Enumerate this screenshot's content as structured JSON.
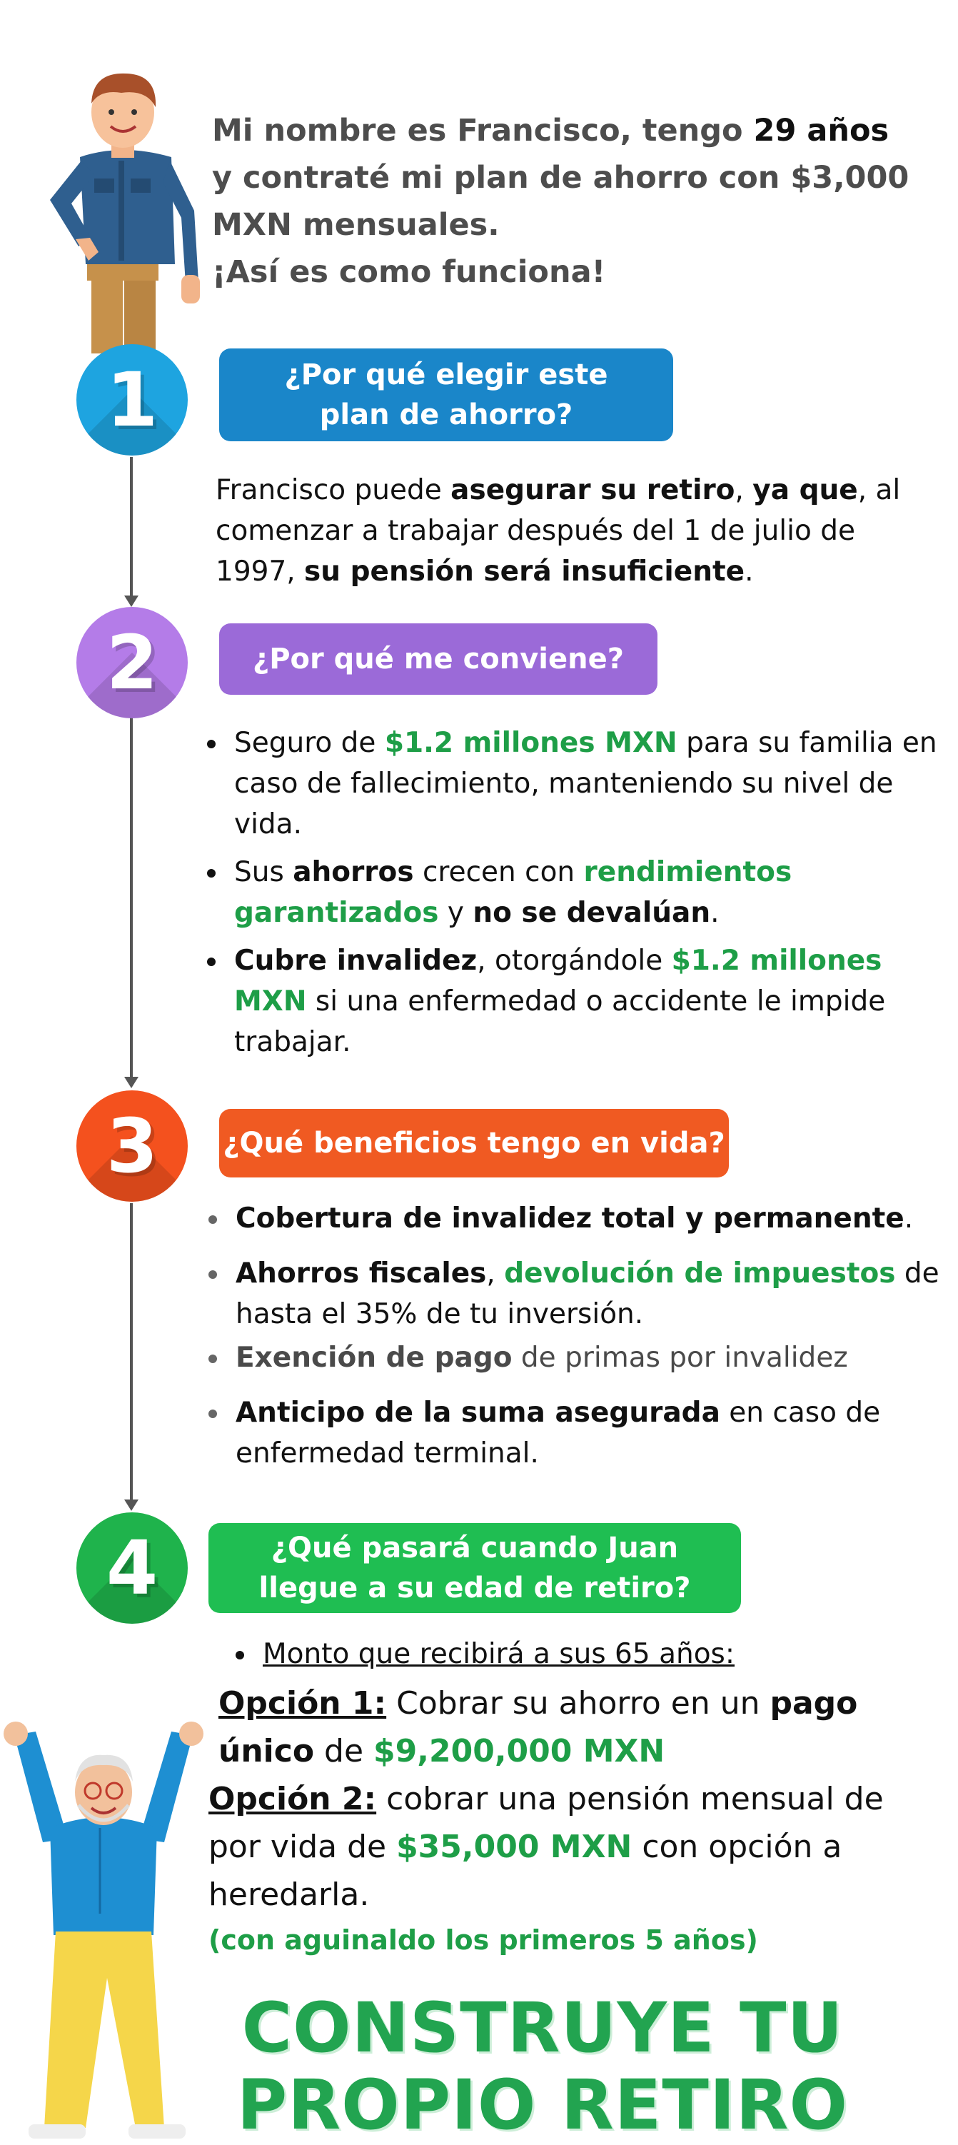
{
  "intro": {
    "part1": "Mi nombre es Francisco, tengo ",
    "age": "29 años",
    "part2": "y contraté mi plan de ahorro con $3,000 MXN mensuales.",
    "part3": "¡Así es como funciona!"
  },
  "step1": {
    "number": "1",
    "title_line1": "¿Por qué elegir este",
    "title_line2": "plan de ahorro?",
    "text_a": "Francisco puede ",
    "text_b": "asegurar su retiro",
    "text_c": ", ",
    "text_d": "ya que",
    "text_e": ", al comenzar a trabajar después del 1 de julio de 1997, ",
    "text_f": "su pensión será insuficiente",
    "text_g": "."
  },
  "step2": {
    "number": "2",
    "title": "¿Por qué me conviene?",
    "b1_a": "Seguro de ",
    "b1_b": "$1.2 millones MXN",
    "b1_c": " para su familia en caso de fallecimiento, manteniendo su nivel de vida.",
    "b2_a": "Sus ",
    "b2_b": "ahorros",
    "b2_c": " crecen con ",
    "b2_d": "rendimientos garantizados",
    "b2_e": " y ",
    "b2_f": "no se devalúan",
    "b2_g": ".",
    "b3_a": "Cubre invalidez",
    "b3_b": ", otorgándole ",
    "b3_c": "$1.2 millones MXN",
    "b3_d": " si una enfermedad o accidente le impide trabajar."
  },
  "step3": {
    "number": "3",
    "title": "¿Qué beneficios tengo en vida?",
    "b1_a": "Cobertura de invalidez total y permanente",
    "b1_b": ".",
    "b2_a": "Ahorros fiscales",
    "b2_b": ", ",
    "b2_c": "devolución de impuestos",
    "b2_d": " de hasta el 35% de tu inversión.",
    "b3_a": "Exención de pago",
    "b3_b": " de primas por invalidez",
    "b4_a": "Anticipo de la suma asegurada",
    "b4_b": " en caso de enfermedad terminal."
  },
  "step4": {
    "number": "4",
    "title_line1": "¿Qué pasará cuando Juan",
    "title_line2": "llegue a su edad de retiro?",
    "bullet": "Monto que recibirá a sus 65 años:",
    "op1_label": "Opción 1:",
    "op1_a": " Cobrar su ahorro en un ",
    "op1_b": "pago único",
    "op1_c": " de ",
    "op1_d": "$9,200,000 MXN",
    "op2_label": "Opción 2:",
    "op2_a": " cobrar una pensión mensual de por vida de ",
    "op2_b": "$35,000 MXN",
    "op2_c": " con opción a heredarla.",
    "note": "(con aguinaldo los primeros 5 años)"
  },
  "cta": {
    "line1": "CONSTRUYE TU",
    "line2": "PROPIO RETIRO"
  },
  "colors": {
    "step1": "#1ea4e0",
    "step1_pill": "#1a86c9",
    "step2": "#b47ce8",
    "step2_pill": "#9b6ad8",
    "step3": "#f4511e",
    "step3_pill": "#f05a22",
    "step4": "#1fb34c",
    "step4_pill": "#1fbe52",
    "accent_green": "#1e9e47"
  }
}
